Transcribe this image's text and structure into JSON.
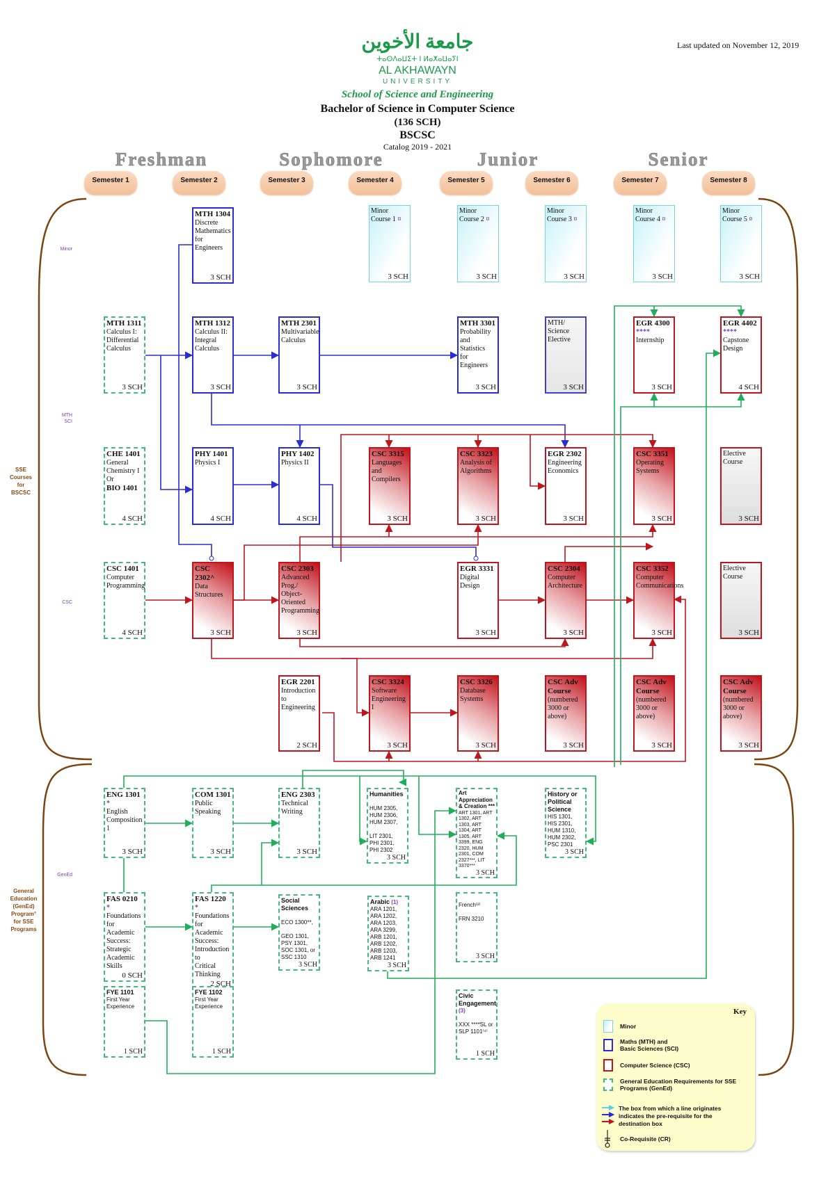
{
  "header": {
    "logo_arabic": "جامعة الأخوين",
    "logo_tifinagh": "ⵜⴰⵙⴷⴰⵡⵉⵜ ⵏ ⵍⴰⵅⴰⵡⴰⵢⵏ",
    "logo_name": "AL AKHAWAYN",
    "logo_sub": "UNIVERSITY",
    "school": "School of Science and Engineering",
    "program": "Bachelor of Science in Computer Science",
    "credits": "(136 SCH)",
    "code": "BSCSC",
    "catalog": "Catalog 2019 - 2021",
    "last_updated": "Last updated on November 12, 2019"
  },
  "years": [
    "Freshman",
    "Sophomore",
    "Junior",
    "Senior"
  ],
  "semesters": [
    "Semester 1",
    "Semester 2",
    "Semester 3",
    "Semester 4",
    "Semester 5",
    "Semester 6",
    "Semester 7",
    "Semester 8"
  ],
  "side_labels": {
    "sse": "SSE\nCourses\nfor\nBSCSC",
    "gened": "General\nEducation\n(GenEd)\nProgram°\nfor SSE\nPrograms",
    "minor": "Minor",
    "mth_sci": "MTH\nSCI",
    "csc": "CSC",
    "gened_short": "GenEd"
  },
  "colors": {
    "minor": "#72d6e2",
    "math": "#2b2bd6",
    "csc": "#c0151d",
    "gened": "#44b87c",
    "bracket": "#7b4511",
    "note": "#7a3fb0"
  },
  "courses": [
    {
      "code": "",
      "desc": "Minor\nCourse 1",
      "note": "¤",
      "sch": "3 SCH",
      "category": "minor",
      "semester": 4
    },
    {
      "code": "",
      "desc": "Minor\nCourse 2",
      "note": "¤",
      "sch": "3 SCH",
      "category": "minor",
      "semester": 5
    },
    {
      "code": "",
      "desc": "Minor\nCourse 3",
      "note": "¤",
      "sch": "3 SCH",
      "category": "minor",
      "semester": 6
    },
    {
      "code": "",
      "desc": "Minor\nCourse 4",
      "note": "¤",
      "sch": "3 SCH",
      "category": "minor",
      "semester": 7
    },
    {
      "code": "",
      "desc": "Minor\nCourse 5",
      "note": "¤",
      "sch": "3 SCH",
      "category": "minor",
      "semester": 8
    },
    {
      "code": "MTH 1304",
      "desc": "Discrete\nMathematics\nfor Engineers",
      "sch": "3 SCH",
      "category": "math",
      "semester": 2
    },
    {
      "code": "MTH 1311",
      "desc": "Calculus I:\nDifferential\nCalculus",
      "sch": "3 SCH",
      "category": "gened",
      "semester": 1
    },
    {
      "code": "MTH 1312",
      "desc": "Calculus II:\nIntegral\nCalculus",
      "sch": "3 SCH",
      "category": "math",
      "semester": 2
    },
    {
      "code": "MTH 2301",
      "desc": "Multivariable\nCalculus",
      "sch": "3 SCH",
      "category": "math",
      "semester": 3
    },
    {
      "code": "MTH 3301",
      "desc": "Probability\nand Statistics\nfor Engineers",
      "sch": "3 SCH",
      "category": "math",
      "semester": 5
    },
    {
      "code": "",
      "desc": "MTH/\nScience\nElective",
      "sch": "3 SCH",
      "category": "mathel",
      "semester": 6
    },
    {
      "code": "EGR 4300",
      "desc": "Internship",
      "note": "****",
      "sch": "3 SCH",
      "category": "cscplain",
      "semester": 7
    },
    {
      "code": "EGR 4402",
      "desc": "Capstone\nDesign",
      "note": "****",
      "sch": "4 SCH",
      "category": "cscplain",
      "semester": 8
    },
    {
      "code": "CHE 1401",
      "desc": "General\nChemistry I\n      Or",
      "code2": "BIO 1401",
      "sch": "4 SCH",
      "category": "gened",
      "semester": 1
    },
    {
      "code": "PHY 1401",
      "desc": "Physics I",
      "sch": "4 SCH",
      "category": "math",
      "semester": 2
    },
    {
      "code": "PHY 1402",
      "desc": "Physics II",
      "sch": "4 SCH",
      "category": "math",
      "semester": 3
    },
    {
      "code": "CSC 3315",
      "desc": "Languages\nand\nCompilers",
      "sch": "3 SCH",
      "category": "csc",
      "semester": 4
    },
    {
      "code": "CSC 3323",
      "desc": "Analysis of\nAlgorithms",
      "sch": "3 SCH",
      "category": "csc",
      "semester": 5
    },
    {
      "code": "EGR 2302",
      "desc": "Engineering\nEconomics",
      "sch": "3 SCH",
      "category": "cscplain",
      "semester": 6
    },
    {
      "code": "CSC 3351",
      "desc": "Operating\nSystems",
      "sch": "3  SCH",
      "category": "csc",
      "semester": 7
    },
    {
      "code": "",
      "desc": "Elective\nCourse",
      "sch": "3 SCH",
      "category": "elective",
      "semester": 8
    },
    {
      "code": "CSC 1401",
      "desc": "Computer\nProgramming",
      "sch": "4 SCH",
      "category": "gened",
      "semester": 1
    },
    {
      "code": "CSC 2302^",
      "desc": "Data\nStructures",
      "sch": "3 SCH",
      "category": "csc",
      "semester": 2
    },
    {
      "code": "CSC 2303",
      "desc": "Advanced\nProg./\nObject-\nOriented\nProgramming",
      "sch": "3 SCH",
      "category": "csc",
      "semester": 3
    },
    {
      "code": "EGR 3331",
      "desc": "Digital\nDesign",
      "sch": "3 SCH",
      "category": "cscplain",
      "semester": 5
    },
    {
      "code": "CSC 2304",
      "desc": "Computer\nArchitecture",
      "sch": "3 SCH",
      "category": "csc",
      "semester": 6
    },
    {
      "code": "CSC 3352",
      "desc": "Computer\nCommunications",
      "sch": "3  SCH",
      "category": "csc",
      "semester": 7
    },
    {
      "code": "",
      "desc": "Elective\nCourse",
      "sch": "3 SCH",
      "category": "elective",
      "semester": 8
    },
    {
      "code": "EGR  2201",
      "desc": "Introduction\nto\nEngineering",
      "sch": "2 SCH",
      "category": "cscplain",
      "semester": 3
    },
    {
      "code": "CSC 3324",
      "desc": "Software\nEngineering I",
      "sch": "3 SCH",
      "category": "csc",
      "semester": 4
    },
    {
      "code": "CSC 3326",
      "desc": "Database\nSystems",
      "sch": "3 SCH",
      "category": "csc",
      "semester": 5
    },
    {
      "code": "CSC Adv Course",
      "desc": "(numbered\n3000 or\nabove)",
      "sch": "3 SCH",
      "category": "csc",
      "semester": 6
    },
    {
      "code": "CSC Adv Course",
      "desc": "(numbered\n3000 or\nabove)",
      "sch": "3  SCH",
      "category": "csc",
      "semester": 7
    },
    {
      "code": "CSC Adv Course",
      "desc": "(numbered\n3000 or\nabove)",
      "sch": "3 SCH",
      "category": "csc",
      "semester": 8
    },
    {
      "code": "ENG 1301",
      "note": "*",
      "desc": "English\nComposition 1",
      "sch": "3 SCH",
      "category": "gened",
      "semester": 1
    },
    {
      "code": "COM 1301",
      "desc": "Public\nSpeaking",
      "sch": "3 SCH",
      "category": "gened",
      "semester": 2
    },
    {
      "code": "ENG 2303",
      "desc": "Technical\nWriting",
      "sch": "3 SCH",
      "category": "gened",
      "semester": 3
    },
    {
      "code": "Humanities",
      "desc": "\nHUM 2305,\nHUM 2306,\nHUM 2307,\n\nLIT 2301,\nPHI 2301,\nPHI 2302",
      "sch": "3 SCH",
      "category": "gened",
      "style": "sans",
      "semester": 4
    },
    {
      "code": "Art Appreciation & Creation ***",
      "desc": "ART 1301, ART 1302, ART 1303, ART 1304, ART 1305, ART 3399, ENG 2320, HUM 2301, COM 2327***, LIT 3370***",
      "sch": "3 SCH",
      "category": "gened",
      "style": "sans",
      "semester": 5
    },
    {
      "code": "History or Political Science",
      "desc": "HIS 1301,\nHIS 2301,\nHUM 1310,\nHUM 2302,\nPSC 2301",
      "sch": "3 SCH",
      "category": "gened",
      "style": "sans",
      "semester": 6
    },
    {
      "code": "FAS 0210",
      "note": "*",
      "desc": "Foundations for\nAcademic\nSuccess:\nStrategic\nAcademic Skills",
      "sch": "0 SCH",
      "category": "gened",
      "semester": 1
    },
    {
      "code": "FAS 1220",
      "note": "*",
      "desc": "Foundations for\nAcademic\nSuccess:\nIntroduction to\nCritical Thinking",
      "sch": "2 SCH",
      "category": "gened",
      "semester": 2
    },
    {
      "code": "Social Sciences",
      "desc": "\nECO 1300**,\n\nGEO 1301,\nPSY 1301,\nSOC 1301, or\nSSC 1310",
      "sch": "3 SCH",
      "category": "gened",
      "style": "sans",
      "semester": 3
    },
    {
      "code": "Arabic",
      "note": "(1)",
      "desc": "ARA 1201, ARA 1202, ARA 1203, ARA 3299, ARB 1201, ARB 1202, ARB 1203, ARB 1241",
      "sch": "3 SCH",
      "category": "gened",
      "style": "sans",
      "semester": 4
    },
    {
      "code": "",
      "desc": "\nFrench⁽²⁾\n\nFRN 3210",
      "sch": "3 SCH",
      "category": "gened",
      "style": "sans",
      "semester": 5
    },
    {
      "code": "FYE 1101",
      "desc": "First Year\nExperience",
      "sch": "1 SCH",
      "category": "gened",
      "style": "sans",
      "semester": 1
    },
    {
      "code": "FYE 1102",
      "desc": "First Year\nExperience",
      "sch": "1 SCH",
      "category": "gened",
      "style": "sans",
      "semester": 2
    },
    {
      "code": "Civic Engagement",
      "note": "(3)",
      "desc": "\nXXX ****SL or\nSLP 1101⁽⁴⁾",
      "sch": "1 SCH",
      "category": "gened",
      "style": "sans",
      "semester": 5
    }
  ],
  "key": {
    "title": "Key",
    "items": [
      {
        "label": "Minor",
        "category": "minor"
      },
      {
        "label": "Maths (MTH) and\nBasic Sciences (SCI)",
        "category": "math"
      },
      {
        "label": "Computer Science (CSC)",
        "category": "csc"
      },
      {
        "label": "General Education Requirements for SSE\nPrograms (GenEd)",
        "category": "gened"
      }
    ],
    "arrows_label": "The box from which a line originates\nindicates the pre-requisite for the\ndestination box",
    "arrow_colors": [
      "#5fd0ea",
      "#2b2bd6",
      "#c0151d"
    ],
    "coreq_label": "Co-Requisite (CR)"
  }
}
